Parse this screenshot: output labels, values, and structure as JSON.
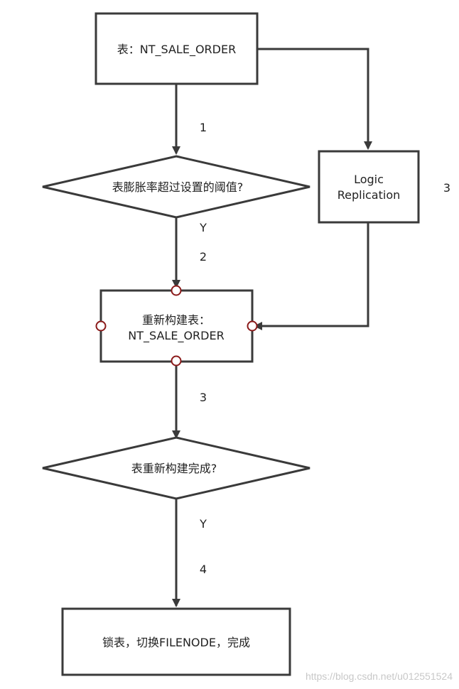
{
  "nodes": {
    "start": {
      "text": "表：NT_SALE_ORDER"
    },
    "decision1": {
      "text": "表膨胀率超过设置的阈值?"
    },
    "logic": {
      "line1": "Logic",
      "line2": "Replication"
    },
    "rebuild": {
      "line1": "重新构建表：",
      "line2": "NT_SALE_ORDER"
    },
    "decision2": {
      "text": "表重新构建完成?"
    },
    "final": {
      "text": "锁表，切换FILENODE，完成"
    }
  },
  "edge_labels": {
    "step1": "1",
    "yes1": "Y",
    "step2": "2",
    "step3_side": "3",
    "step3": "3",
    "yes2": "Y",
    "step4": "4"
  },
  "watermark": "https://blog.csdn.net/u012551524",
  "colors": {
    "line": "#3a3a3a",
    "connector_point": "#8b1a1a",
    "background": "#ffffff"
  }
}
